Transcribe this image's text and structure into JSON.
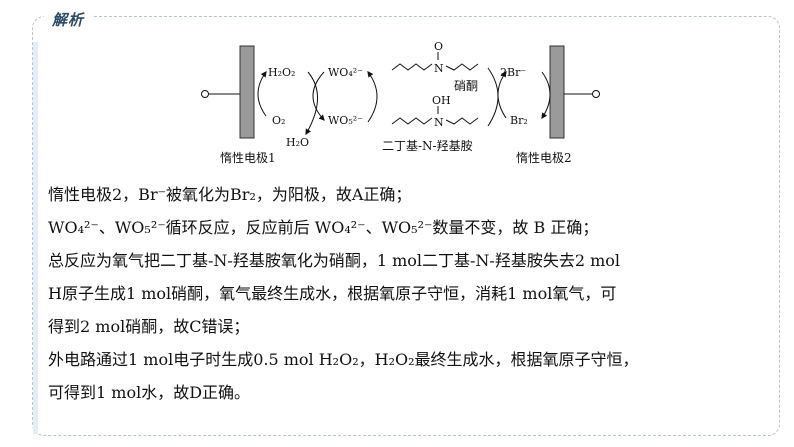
{
  "header": {
    "tag": "解析"
  },
  "diagram": {
    "electrode1_label": "惰性电极1",
    "electrode2_label": "惰性电极2",
    "h2o2": "H₂O₂",
    "o2": "O₂",
    "h2o": "H₂O",
    "wo4": "WO₄²⁻",
    "wo5": "WO₅²⁻",
    "ketone_label": "硝酮",
    "hydroxylamine_label": "二丁基-N-羟基胺",
    "br_ion": "2Br⁻",
    "br2": "Br₂",
    "atom_o": "O",
    "atom_n_plus": "N",
    "atom_oh": "OH",
    "atom_n": "N"
  },
  "explanation": {
    "line1": "惰性电极2，Br⁻被氧化为Br₂，为阳极，故A正确；",
    "line2": "WO₄²⁻、WO₅²⁻循环反应，反应前后 WO₄²⁻、WO₅²⁻数量不变，故 B 正确；",
    "line3": "总反应为氧气把二丁基-N-羟基胺氧化为硝酮，1 mol二丁基-N-羟基胺失去2 mol",
    "line4": "H原子生成1 mol硝酮，氧气最终生成水，根据氧原子守恒，消耗1 mol氧气，可",
    "line5": "得到2 mol硝酮，故C错误；",
    "line6": "外电路通过1 mol电子时生成0.5 mol H₂O₂，H₂O₂最终生成水，根据氧原子守恒，",
    "line7": "可得到1 mol水，故D正确。"
  }
}
